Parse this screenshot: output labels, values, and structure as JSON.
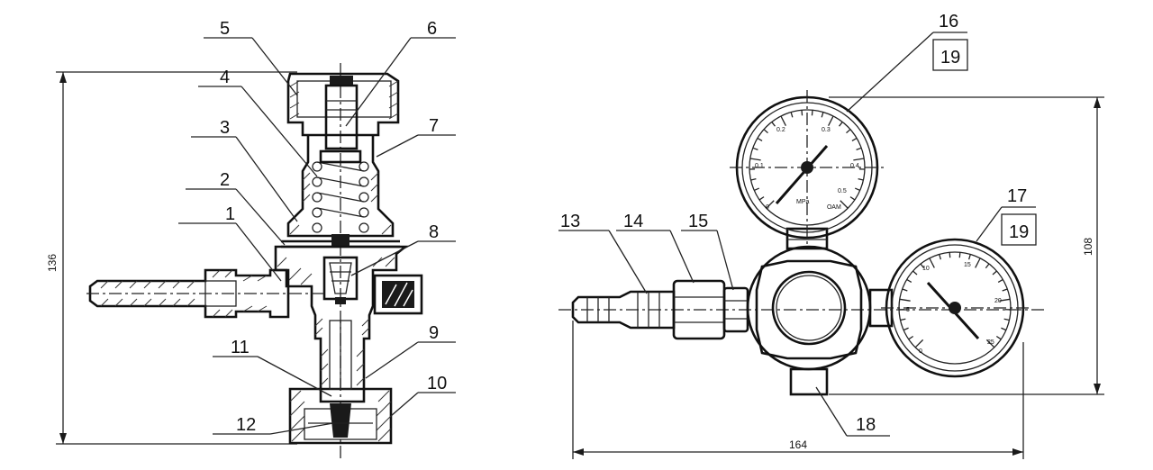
{
  "callouts": [
    "1",
    "2",
    "3",
    "4",
    "5",
    "6",
    "7",
    "8",
    "9",
    "10",
    "11",
    "12",
    "13",
    "14",
    "15",
    "16",
    "17",
    "18",
    "19",
    "19"
  ],
  "dimensions": {
    "left_height": "136",
    "right_height": "108",
    "overall_width": "164"
  },
  "gauge_units": {
    "upper_unit": "MPa",
    "upper_mark": "ОАМ",
    "lower_unit": "",
    "upper_scale": [
      "0",
      "0.1",
      "0.2",
      "0.3",
      "0.4",
      "0.5"
    ],
    "lower_scale": [
      "0",
      "5",
      "10",
      "15",
      "20",
      "25"
    ]
  }
}
